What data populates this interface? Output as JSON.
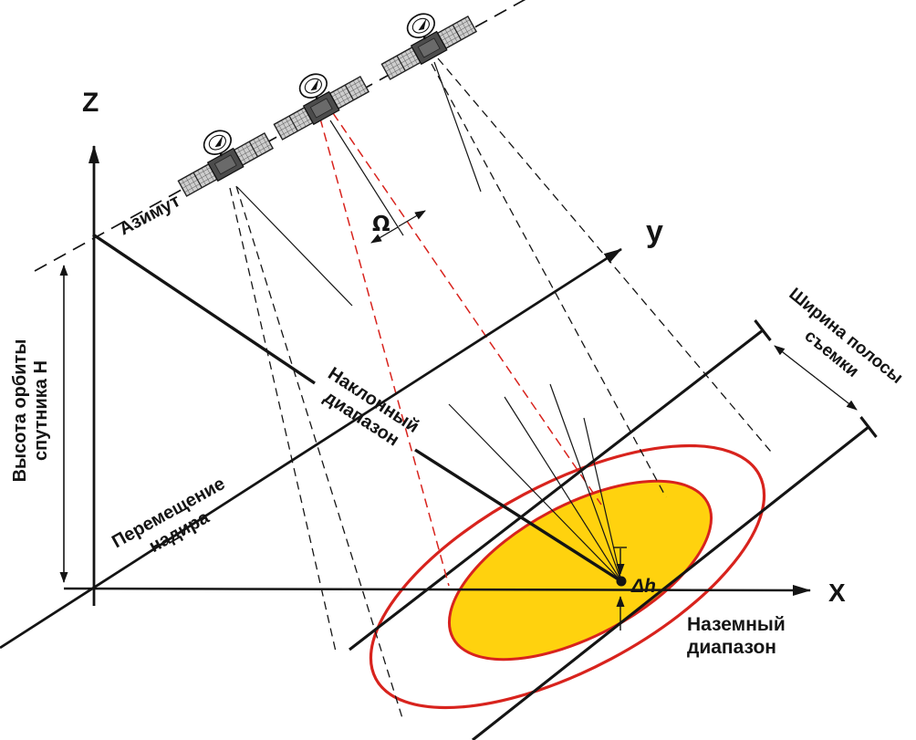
{
  "diagram": {
    "title": "SAR imaging geometry diagram",
    "labels": {
      "z_axis": "Z",
      "y_axis": "y",
      "x_axis": "X",
      "azimuth": "Азимут",
      "orbit_height_line1": "Высота орбиты",
      "orbit_height_line2": "спутника H",
      "slant_range_line1": "Наклонный",
      "slant_range_line2": "диапазон",
      "nadir_motion_line1": "Перемещение",
      "nadir_motion_line2": "надира",
      "swath_width_line1": "Ширина полосы",
      "swath_width_line2": "съемки",
      "ground_range_line1": "Наземный",
      "ground_range_line2": "диапазон",
      "delta_h": "Δh",
      "beam_angle_omega": "Ω"
    },
    "colors": {
      "beam_red": "#d8231d",
      "footprint_yellow": "#ffd20e",
      "line_black": "#141414",
      "background": "#ffffff"
    }
  }
}
